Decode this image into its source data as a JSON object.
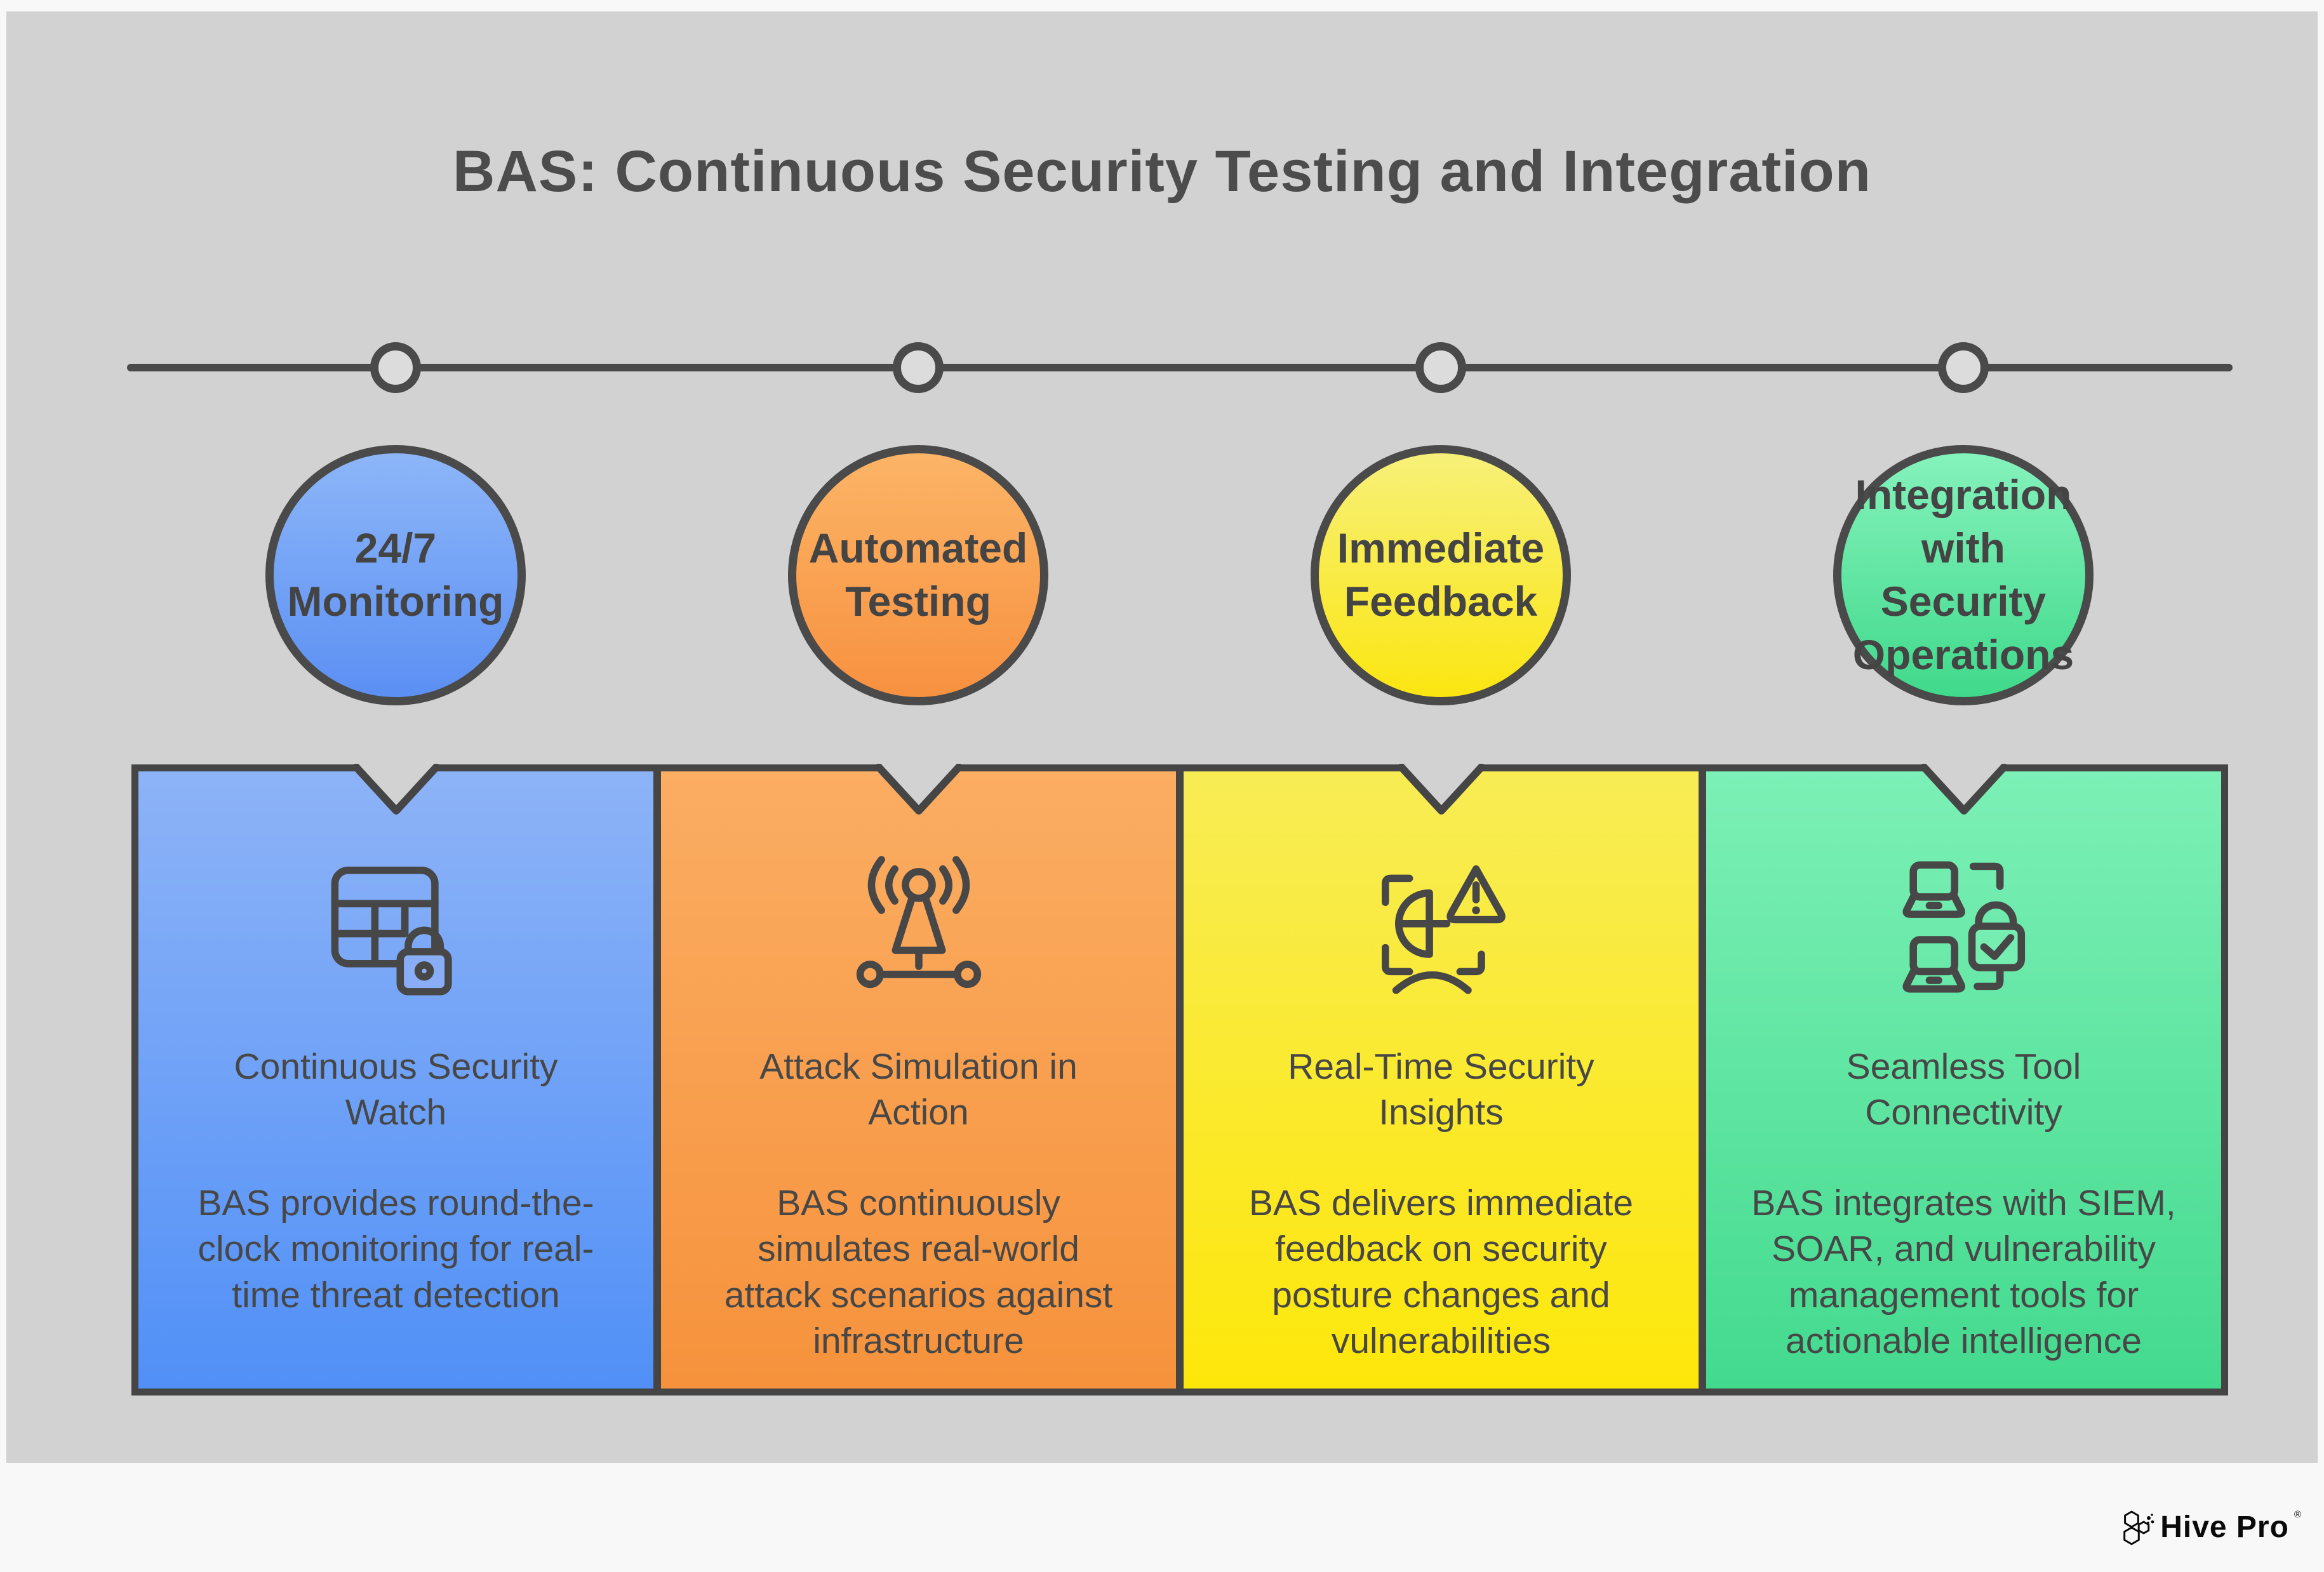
{
  "page": {
    "title": "BAS: Continuous Security Testing and Integration",
    "background_color": "#d2d2d2",
    "page_color": "#f8f8f8",
    "stroke_color": "#474747",
    "text_color": "#4a4a4a"
  },
  "steps": [
    {
      "label": "24/7\nMonitoring",
      "heading": "Continuous Security\nWatch",
      "body": "BAS provides round-the-\nclock monitoring for real-\ntime threat detection",
      "icon": "table-lock-icon",
      "colors": {
        "circle": [
          "#8db6f8",
          "#5b8ff3"
        ],
        "card": [
          "#8db3f7",
          "#5190f7"
        ],
        "icon_bg": "#89aef7"
      }
    },
    {
      "label": "Automated\nTesting",
      "heading": "Attack Simulation in\nAction",
      "body": "BAS continuously\nsimulates real-world\nattack scenarios against\ninfrastructure",
      "icon": "antenna-broadcast-icon",
      "colors": {
        "circle": [
          "#fcb466",
          "#f79140"
        ],
        "card": [
          "#fbad62",
          "#f6923c"
        ],
        "icon_bg": "#faa85c"
      }
    },
    {
      "label": "Immediate\nFeedback",
      "heading": "Real-Time Security\nInsights",
      "body": "BAS delivers immediate\nfeedback on security\nposture changes and\nvulnerabilities",
      "icon": "globe-alert-icon",
      "colors": {
        "circle": [
          "#f7f079",
          "#fbe611"
        ],
        "card": [
          "#f8ec55",
          "#fde70a"
        ],
        "icon_bg": "#f9eb48"
      }
    },
    {
      "label": "Integration\nwith\nSecurity\nOperations",
      "heading": "Seamless Tool\nConnectivity",
      "body": "BAS integrates with SIEM,\nSOAR, and vulnerability\nmanagement tools for\nactionable intelligence",
      "icon": "devices-lock-icon",
      "colors": {
        "circle": [
          "#85f2bc",
          "#40d98b"
        ],
        "card": [
          "#7cf0b6",
          "#43da8e"
        ],
        "icon_bg": "#76eeb1"
      }
    }
  ],
  "footer": {
    "brand": "Hive Pro",
    "registered_mark": "®",
    "logo": "hivepro-hexagon-logo"
  }
}
